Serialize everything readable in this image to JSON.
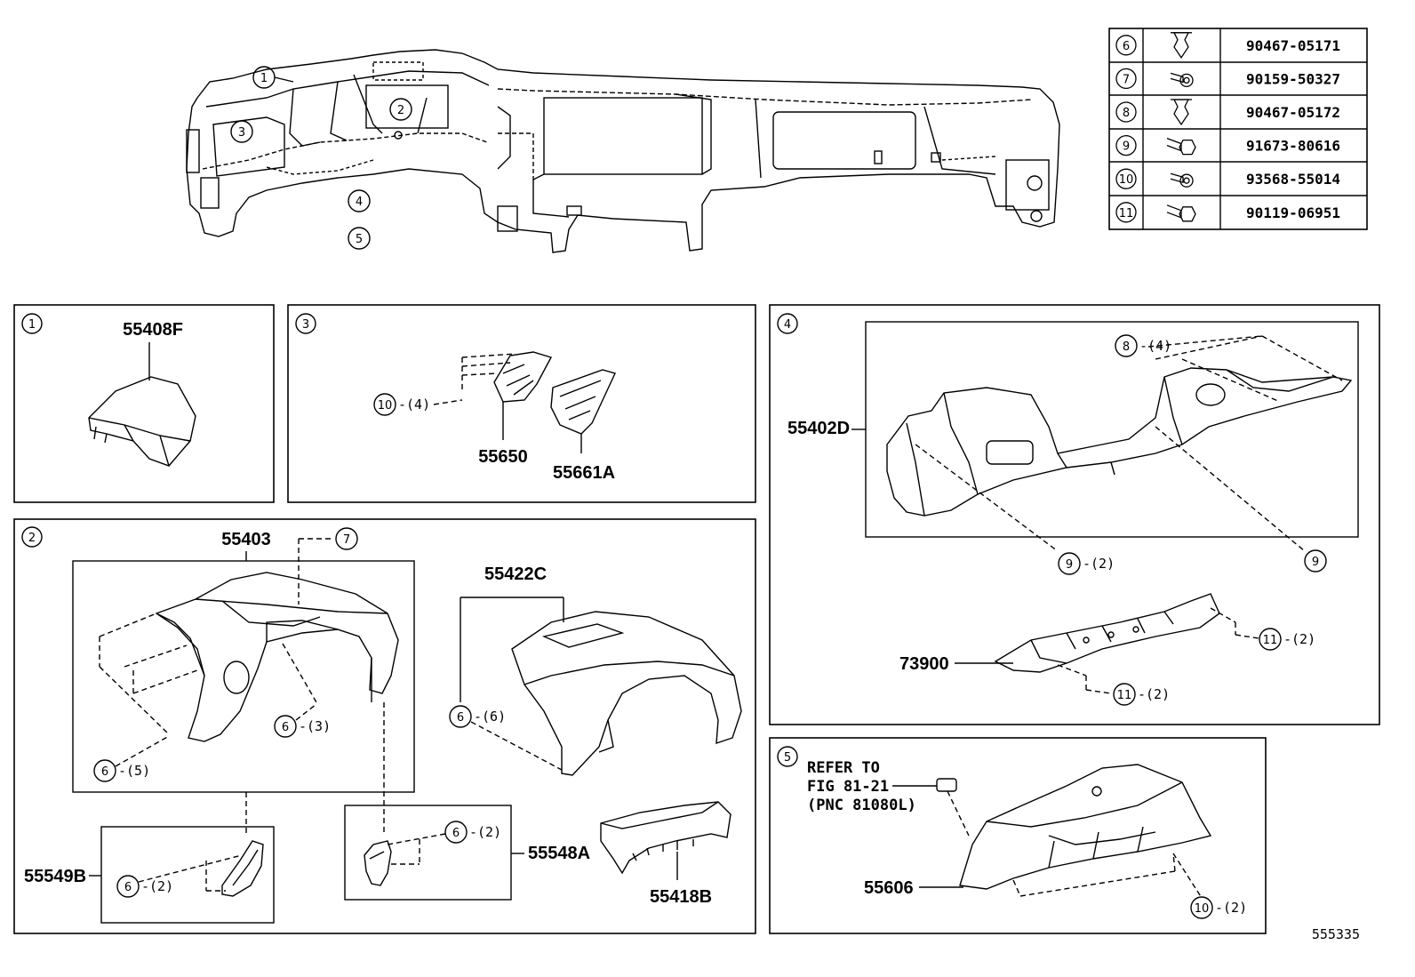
{
  "figure_number": "555335",
  "fastener_table": [
    {
      "ref": "6",
      "icon": "clip-icon",
      "part": "90467-05171"
    },
    {
      "ref": "7",
      "icon": "screw-icon",
      "part": "90159-50327"
    },
    {
      "ref": "8",
      "icon": "clip-icon",
      "part": "90467-05172"
    },
    {
      "ref": "9",
      "icon": "bolt-icon",
      "part": "91673-80616"
    },
    {
      "ref": "10",
      "icon": "screw-icon",
      "part": "93568-55014"
    },
    {
      "ref": "11",
      "icon": "bolt-icon",
      "part": "90119-06951"
    }
  ],
  "overview_callouts": [
    "1",
    "2",
    "3",
    "4",
    "5"
  ],
  "panels": {
    "p1": {
      "num": "1",
      "part": "55408F"
    },
    "p3": {
      "num": "3",
      "part_a": "55650",
      "part_b": "55661A",
      "fastener": "10",
      "qty": "-(4)"
    },
    "p2": {
      "num": "2",
      "part_main": "55403",
      "fastener7": "7",
      "part_cover": "55422C",
      "part_left": "55549B",
      "part_right": "55548A",
      "part_pad": "55418B",
      "f6_3": "-(3)",
      "f6_5": "-(5)",
      "f6_6": "-(6)",
      "f6_2a": "-(2)",
      "f6_2b": "-(2)",
      "f6": "6"
    },
    "p4": {
      "num": "4",
      "part_main": "55402D",
      "part_brace": "73900",
      "f8": "8",
      "f8_qty": "-(4)",
      "f9": "9",
      "f9_qty": "-(2)",
      "f11": "11",
      "f11_qty_a": "-(2)",
      "f11_qty_b": "-(2)"
    },
    "p5": {
      "num": "5",
      "ref_line1": "REFER TO",
      "ref_line2": "FIG 81-21",
      "ref_line3": "(PNC 81080L)",
      "part_main": "55606",
      "f10": "10",
      "f10_qty": "-(2)"
    }
  }
}
